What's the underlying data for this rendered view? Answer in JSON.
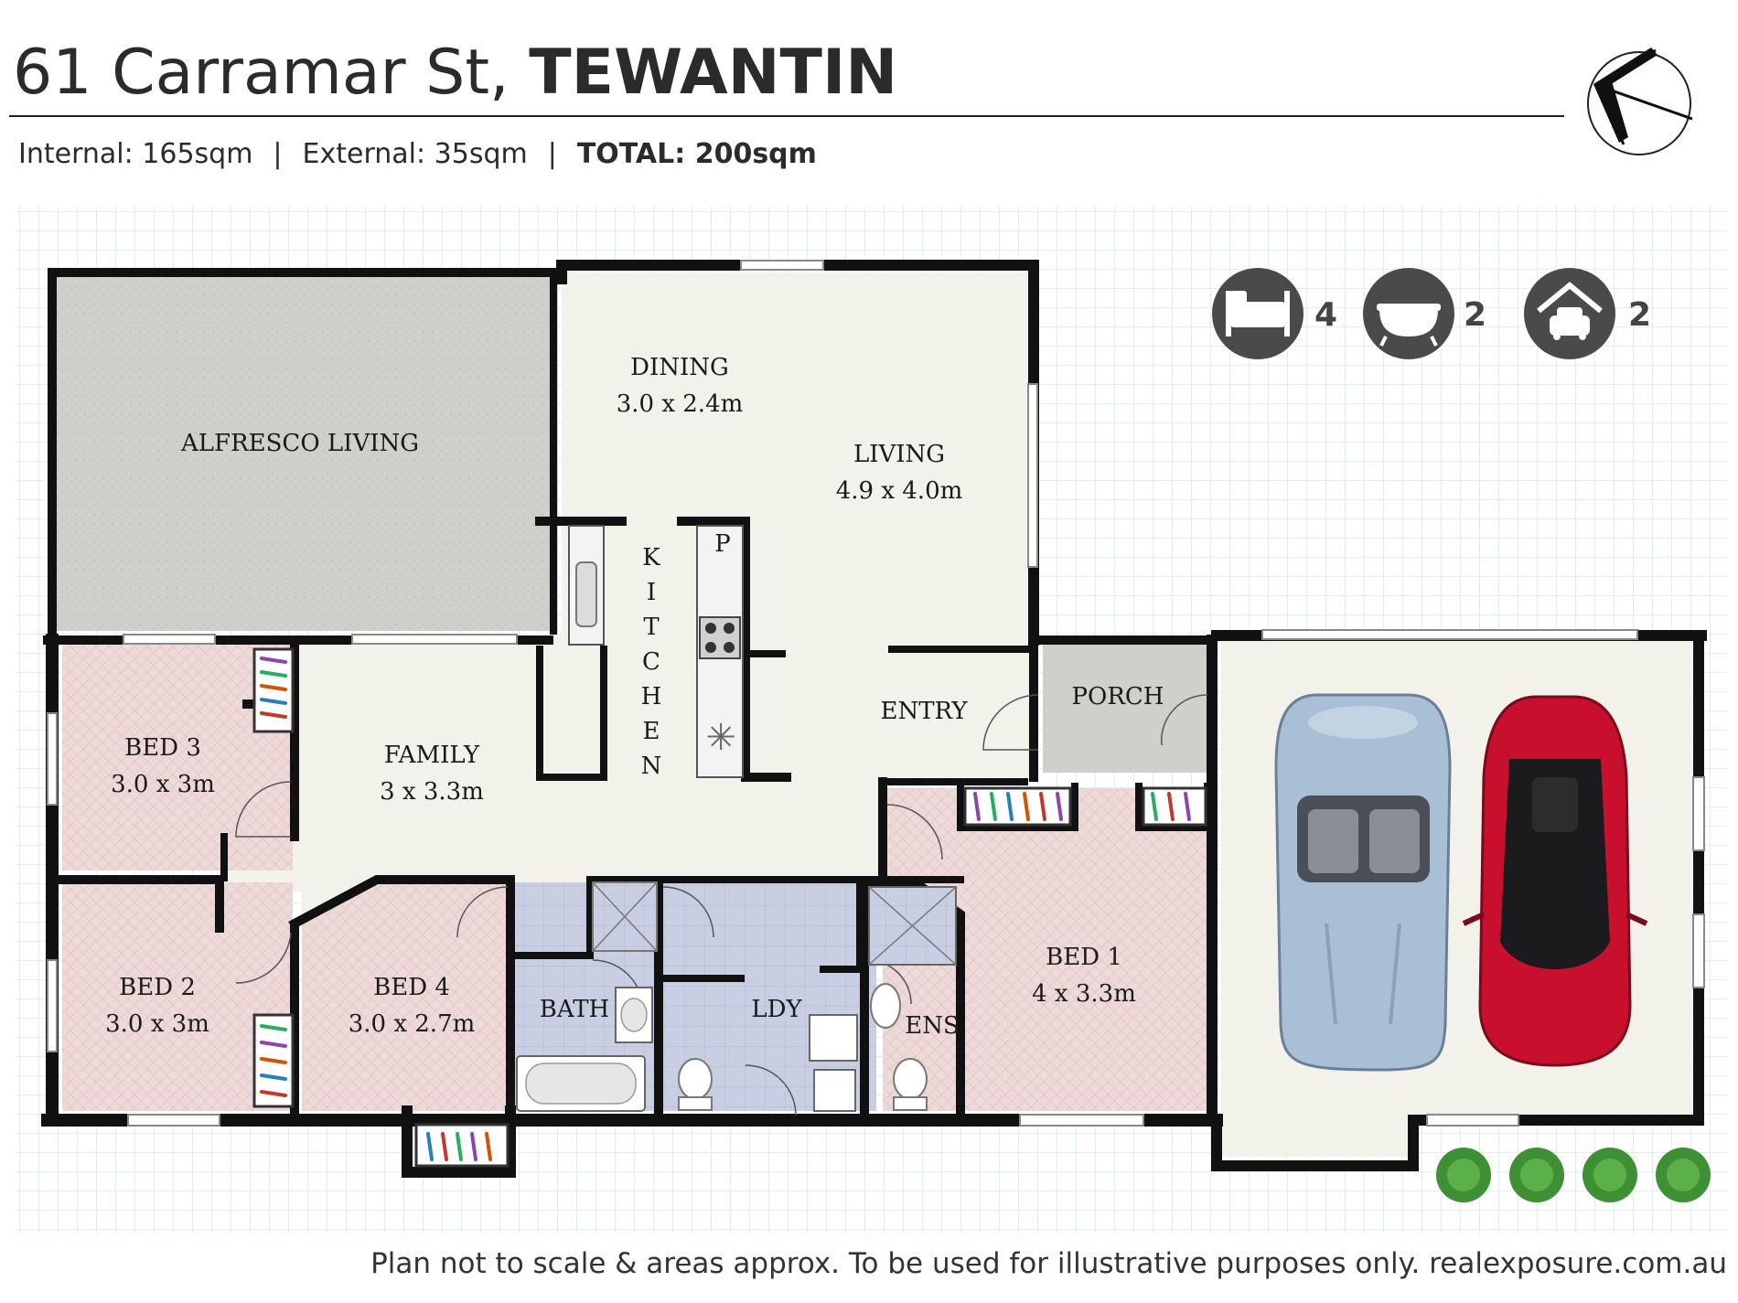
{
  "header": {
    "address": "61 Carramar St,",
    "suburb": "TEWANTIN",
    "internal": "Internal: 165sqm",
    "sep1": "|",
    "external": "External: 35sqm",
    "sep2": "|",
    "total": "TOTAL: 200sqm"
  },
  "features": {
    "bedrooms": "4",
    "bathrooms": "2",
    "garage": "2"
  },
  "rooms": {
    "alfresco": "ALFRESCO LIVING",
    "dining_name": "DINING",
    "dining_size": "3.0 x 2.4m",
    "living_name": "LIVING",
    "living_size": "4.9 x 4.0m",
    "kitchen_letters": [
      "K",
      "I",
      "T",
      "C",
      "H",
      "E",
      "N"
    ],
    "pantry": "P",
    "entry": "ENTRY",
    "porch": "PORCH",
    "family_name": "FAMILY",
    "family_size": "3 x 3.3m",
    "bed3_name": "BED 3",
    "bed3_size": "3.0 x 3m",
    "bed2_name": "BED 2",
    "bed2_size": "3.0 x 3m",
    "bed4_name": "BED 4",
    "bed4_size": "3.0 x 2.7m",
    "bath": "BATH",
    "ldy": "LDY",
    "ens": "ENS",
    "bed1_name": "BED 1",
    "bed1_size": "4 x 3.3m"
  },
  "footer": "Plan not to scale & areas approx. To be used for illustrative purposes only. realexposure.com.au",
  "colors": {
    "wall": "#111111",
    "alfresco": "#cfcfcb",
    "living": "#f3f2ea",
    "bedroom": "#eed9d9",
    "wet": "#c9cfe2",
    "garage": "#f3f2ea",
    "grid": "#cfe3ef",
    "icon": "#4a4a4a",
    "car_blue": "#a9bfd6",
    "car_red": "#c8102e"
  }
}
